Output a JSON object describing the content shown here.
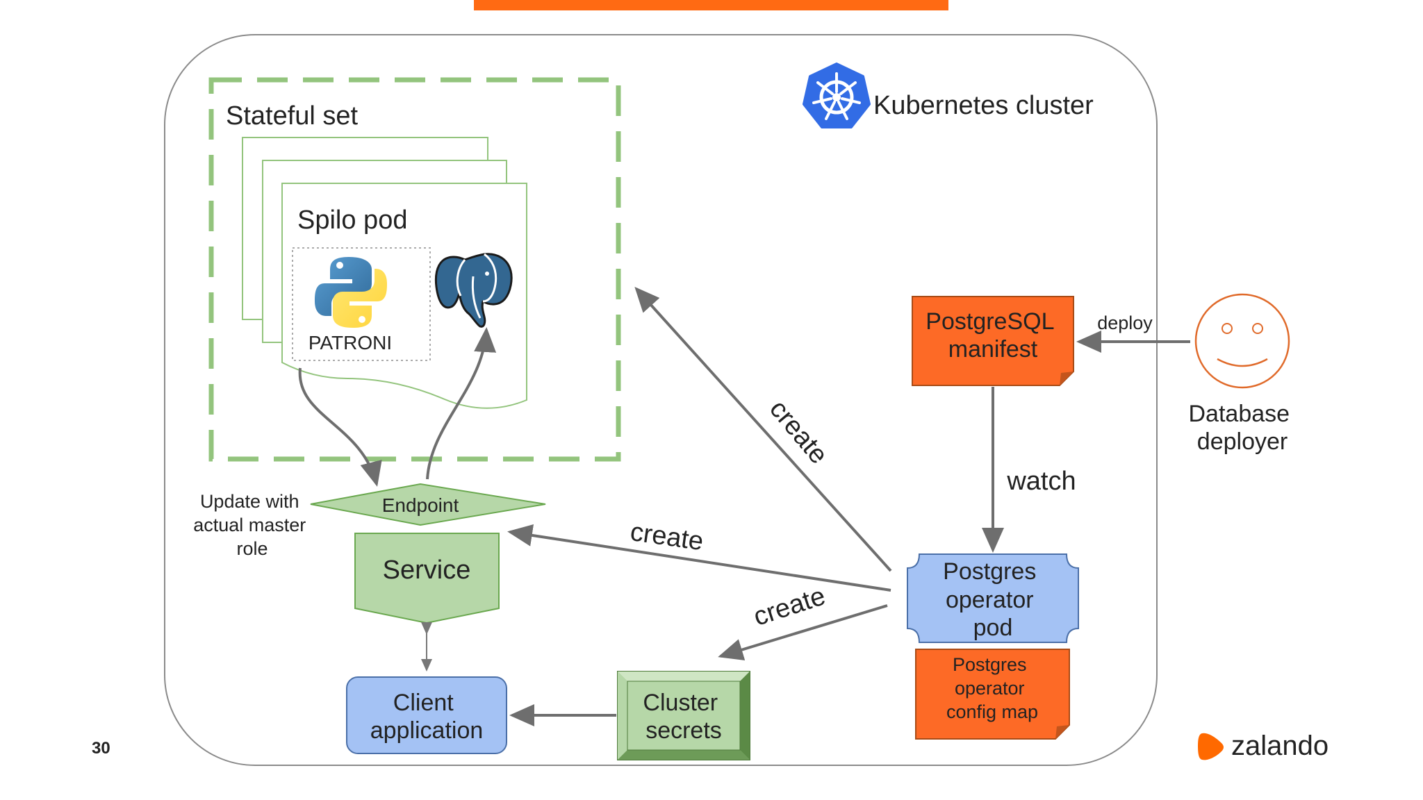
{
  "slide": {
    "page_number": "30",
    "brand_name": "zalando"
  },
  "colors": {
    "accent_orange": "#ff6a13",
    "note_orange": "#fd6a26",
    "green_fill": "#b6d7a8",
    "blue_fill": "#a4c2f4",
    "arrow_gray": "#6e6e6e",
    "dashed_green": "#93c47d"
  },
  "cluster": {
    "label": "Kubernetes cluster",
    "icon": "kubernetes-helm-icon"
  },
  "statefulset": {
    "label": "Stateful set"
  },
  "pod": {
    "label": "Spilo pod",
    "patroni_label": "PATRONI",
    "python_icon": "python-logo-icon",
    "postgres_icon": "postgresql-elephant-icon"
  },
  "endpoint": {
    "label": "Endpoint",
    "note_lines": [
      "Update with",
      "actual master",
      "role"
    ]
  },
  "service": {
    "label": "Service"
  },
  "client": {
    "lines": [
      "Client",
      "application"
    ]
  },
  "secrets": {
    "lines": [
      "Cluster",
      "secrets"
    ]
  },
  "manifest": {
    "lines": [
      "PostgreSQL",
      "manifest"
    ]
  },
  "operator": {
    "lines": [
      "Postgres",
      "operator",
      "pod"
    ]
  },
  "configmap": {
    "lines": [
      "Postgres",
      "operator",
      "config map"
    ]
  },
  "deployer": {
    "lines": [
      "Database",
      "deployer"
    ],
    "icon": "smiley-face-icon"
  },
  "edges": {
    "deploy": "deploy",
    "watch": "watch",
    "create_statefulset": "create",
    "create_service": "create",
    "create_secrets": "create"
  }
}
